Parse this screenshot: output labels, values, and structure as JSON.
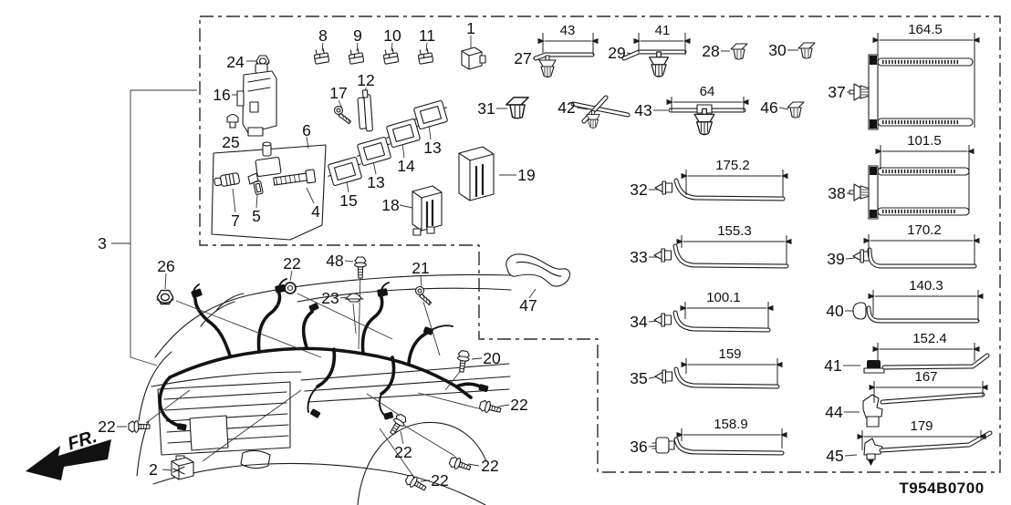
{
  "diagram": {
    "code": "T954B0700",
    "fr_label": "FR.",
    "line_color": "#1c1c1c",
    "background_color": "#ffffff"
  },
  "callouts": {
    "p1": "1",
    "p2": "2",
    "p3": "3",
    "p4": "4",
    "p5": "5",
    "p6": "6",
    "p7": "7",
    "p8": "8",
    "p9": "9",
    "p10": "10",
    "p11": "11",
    "p12": "12",
    "p13a": "13",
    "p13b": "13",
    "p14": "14",
    "p15": "15",
    "p16": "16",
    "p17": "17",
    "p18": "18",
    "p19": "19",
    "p20": "20",
    "p21": "21",
    "p22a": "22",
    "p22b": "22",
    "p22c": "22",
    "p22d": "22",
    "p22e": "22",
    "p22f": "22",
    "p23": "23",
    "p24": "24",
    "p25": "25",
    "p26": "26",
    "p27": "27",
    "p28": "28",
    "p29": "29",
    "p30": "30",
    "p31": "31",
    "p32": "32",
    "p33": "33",
    "p34": "34",
    "p35": "35",
    "p36": "36",
    "p37": "37",
    "p38": "38",
    "p39": "39",
    "p40": "40",
    "p41": "41",
    "p42": "42",
    "p43": "43",
    "p44": "44",
    "p45": "45",
    "p46": "46",
    "p47": "47",
    "p48": "48"
  },
  "dimensions": {
    "d27": "43",
    "d29": "41",
    "d43": "64",
    "d32": "175.2",
    "d33": "155.3",
    "d34": "100.1",
    "d35": "159",
    "d36": "158.9",
    "d37": "164.5",
    "d38": "101.5",
    "d39": "170.2",
    "d40": "140.3",
    "d41": "152.4",
    "d44": "167",
    "d45": "179"
  }
}
